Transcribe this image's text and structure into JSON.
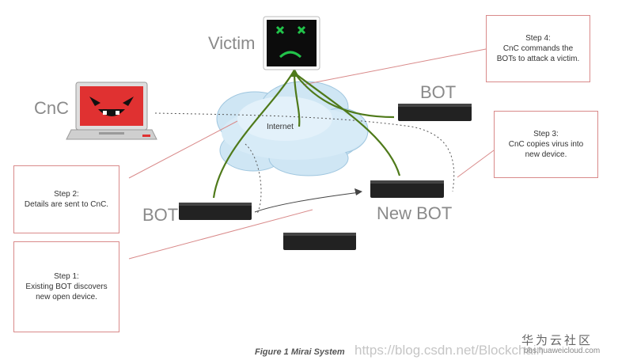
{
  "labels": {
    "victim": "Victim",
    "cnc": "CnC",
    "bot_top": "BOT",
    "bot_left": "BOT",
    "new_bot": "New BOT",
    "internet": "Internet"
  },
  "steps": {
    "step4": {
      "title": "Step 4:",
      "lines": [
        "CnC commands the",
        "BOTs to attack a victim."
      ]
    },
    "step3": {
      "title": "Step 3:",
      "lines": [
        "CnC copies virus into",
        "new device."
      ]
    },
    "step2": {
      "title": "Step 2:",
      "lines": [
        "Details are sent to CnC."
      ]
    },
    "step1": {
      "title": "Step 1:",
      "lines": [
        "Existing BOT discovers",
        "new open device."
      ]
    }
  },
  "caption": "Figure 1 Mirai System",
  "watermark": {
    "csdn": "https://blog.csdn.net/Blockchain",
    "cn": "华为云社区",
    "url": "bbs.huaweicloud.com"
  },
  "colors": {
    "step_border": "#d98a8a",
    "attack_line": "#4f7a1a",
    "victim_face": "#22c34a",
    "cnc_screen": "#e03131",
    "cloud_fill": "#cfe6f4"
  }
}
